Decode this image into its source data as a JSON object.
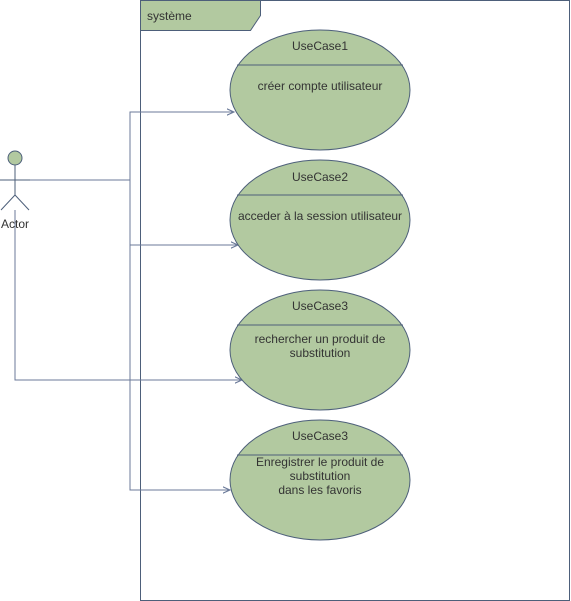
{
  "system": {
    "label": "système"
  },
  "actor": {
    "label": "Actor"
  },
  "use_cases": [
    {
      "title": "UseCase1",
      "lines": [
        "créer compte utilisateur"
      ]
    },
    {
      "title": "UseCase2",
      "lines": [
        "acceder à la session utilisateur"
      ]
    },
    {
      "title": "UseCase3",
      "lines": [
        "rechercher un produit de",
        "substitution"
      ]
    },
    {
      "title": "UseCase3",
      "lines": [
        "Enregistrer le produit de",
        "substitution",
        "dans les favoris"
      ]
    }
  ],
  "colors": {
    "fill": "#b2c9a0",
    "stroke": "#4d5f7a",
    "connector": "#6b7a99",
    "text": "#333333"
  }
}
